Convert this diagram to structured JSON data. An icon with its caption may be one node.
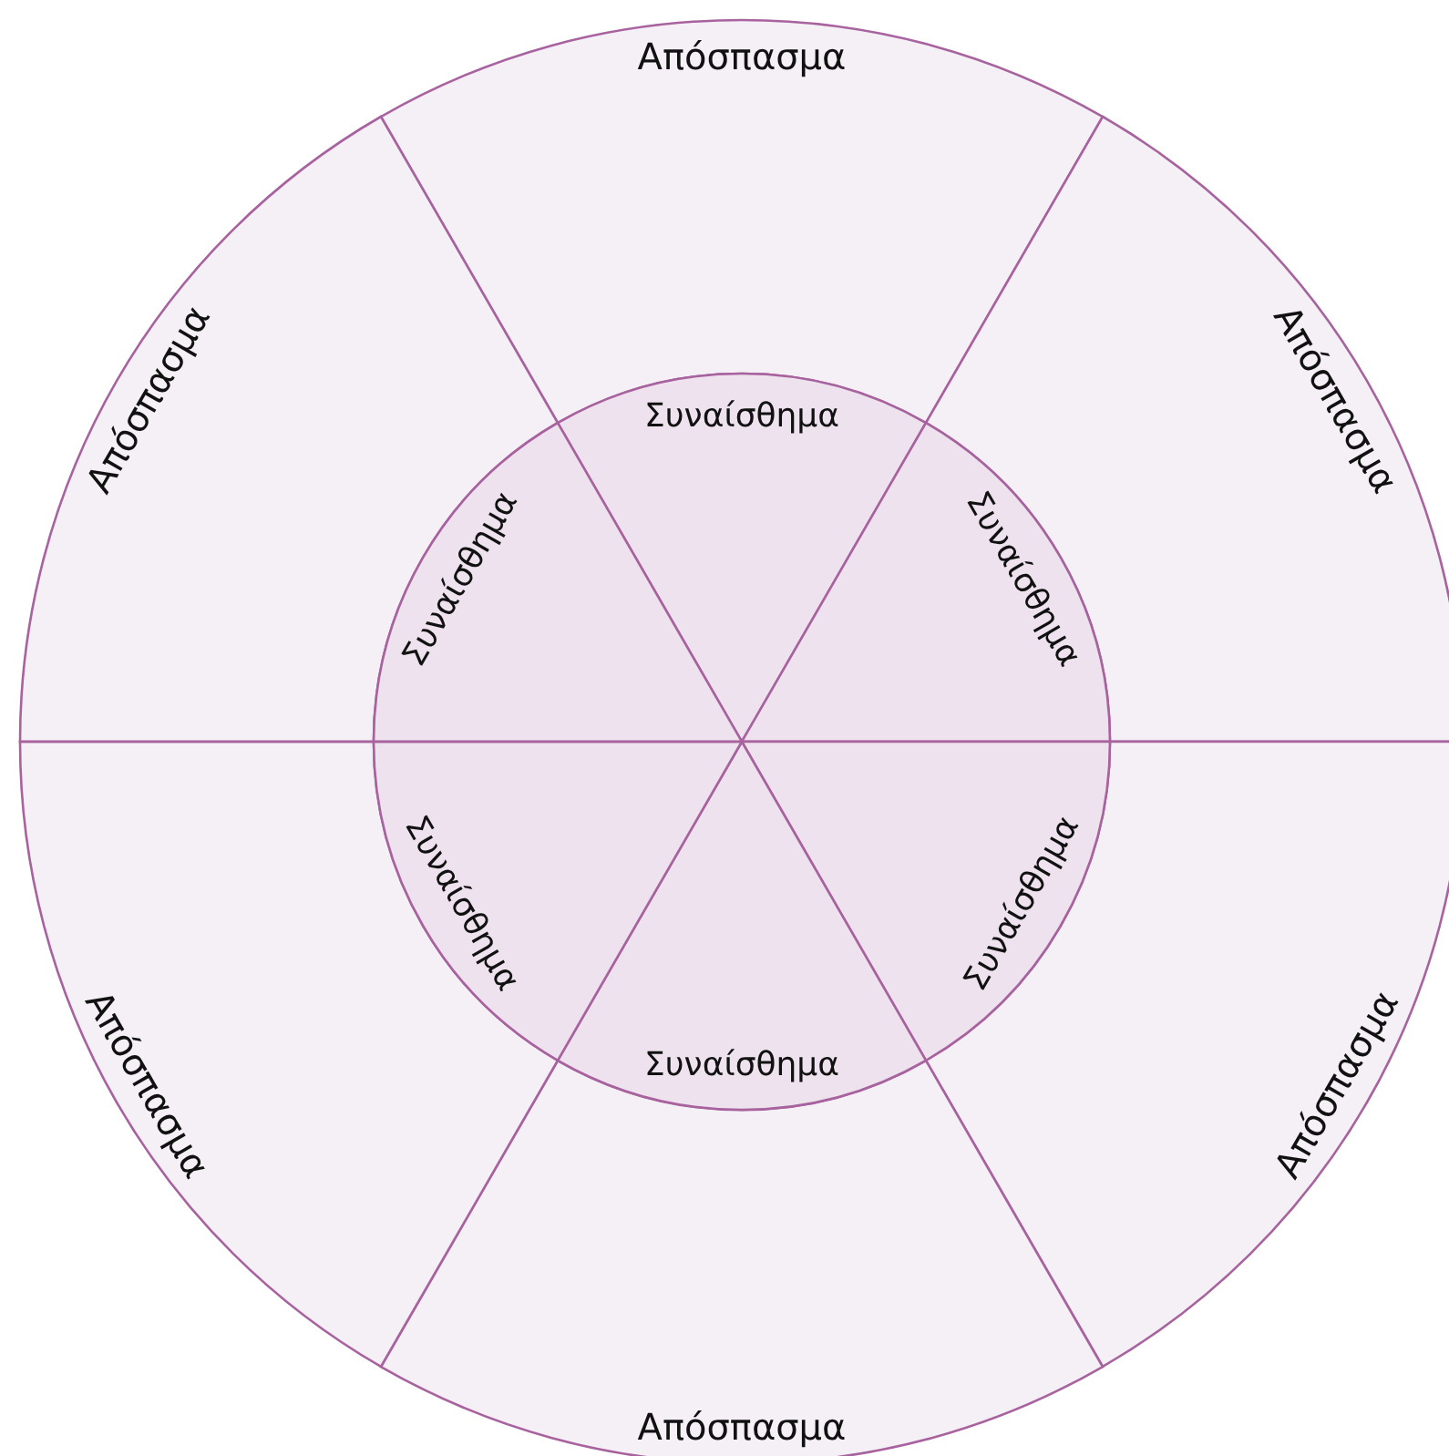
{
  "diagram": {
    "nodes": [
      {
        "text": [
          "Απόσπασμα"
        ]
      },
      {
        "text": [
          "Απόσπασμα"
        ]
      },
      {
        "text": [
          "Απόσπασμα"
        ]
      },
      {
        "text": [
          "Απόσπασμα"
        ]
      },
      {
        "text": [
          "Απόσπασμα"
        ]
      },
      {
        "text": [
          "Απόσπασμα"
        ]
      },
      {
        "text": [
          "Συναίσθημα"
        ]
      },
      {
        "text": [
          "Συναίσθημα"
        ]
      },
      {
        "text": [
          "Συναίσθημα"
        ]
      },
      {
        "text": [
          "Συναίσθημα"
        ]
      },
      {
        "text": [
          "Συναίσθημα"
        ]
      },
      {
        "text": [
          "Συναίσθημα"
        ]
      }
    ],
    "edges": []
  }
}
